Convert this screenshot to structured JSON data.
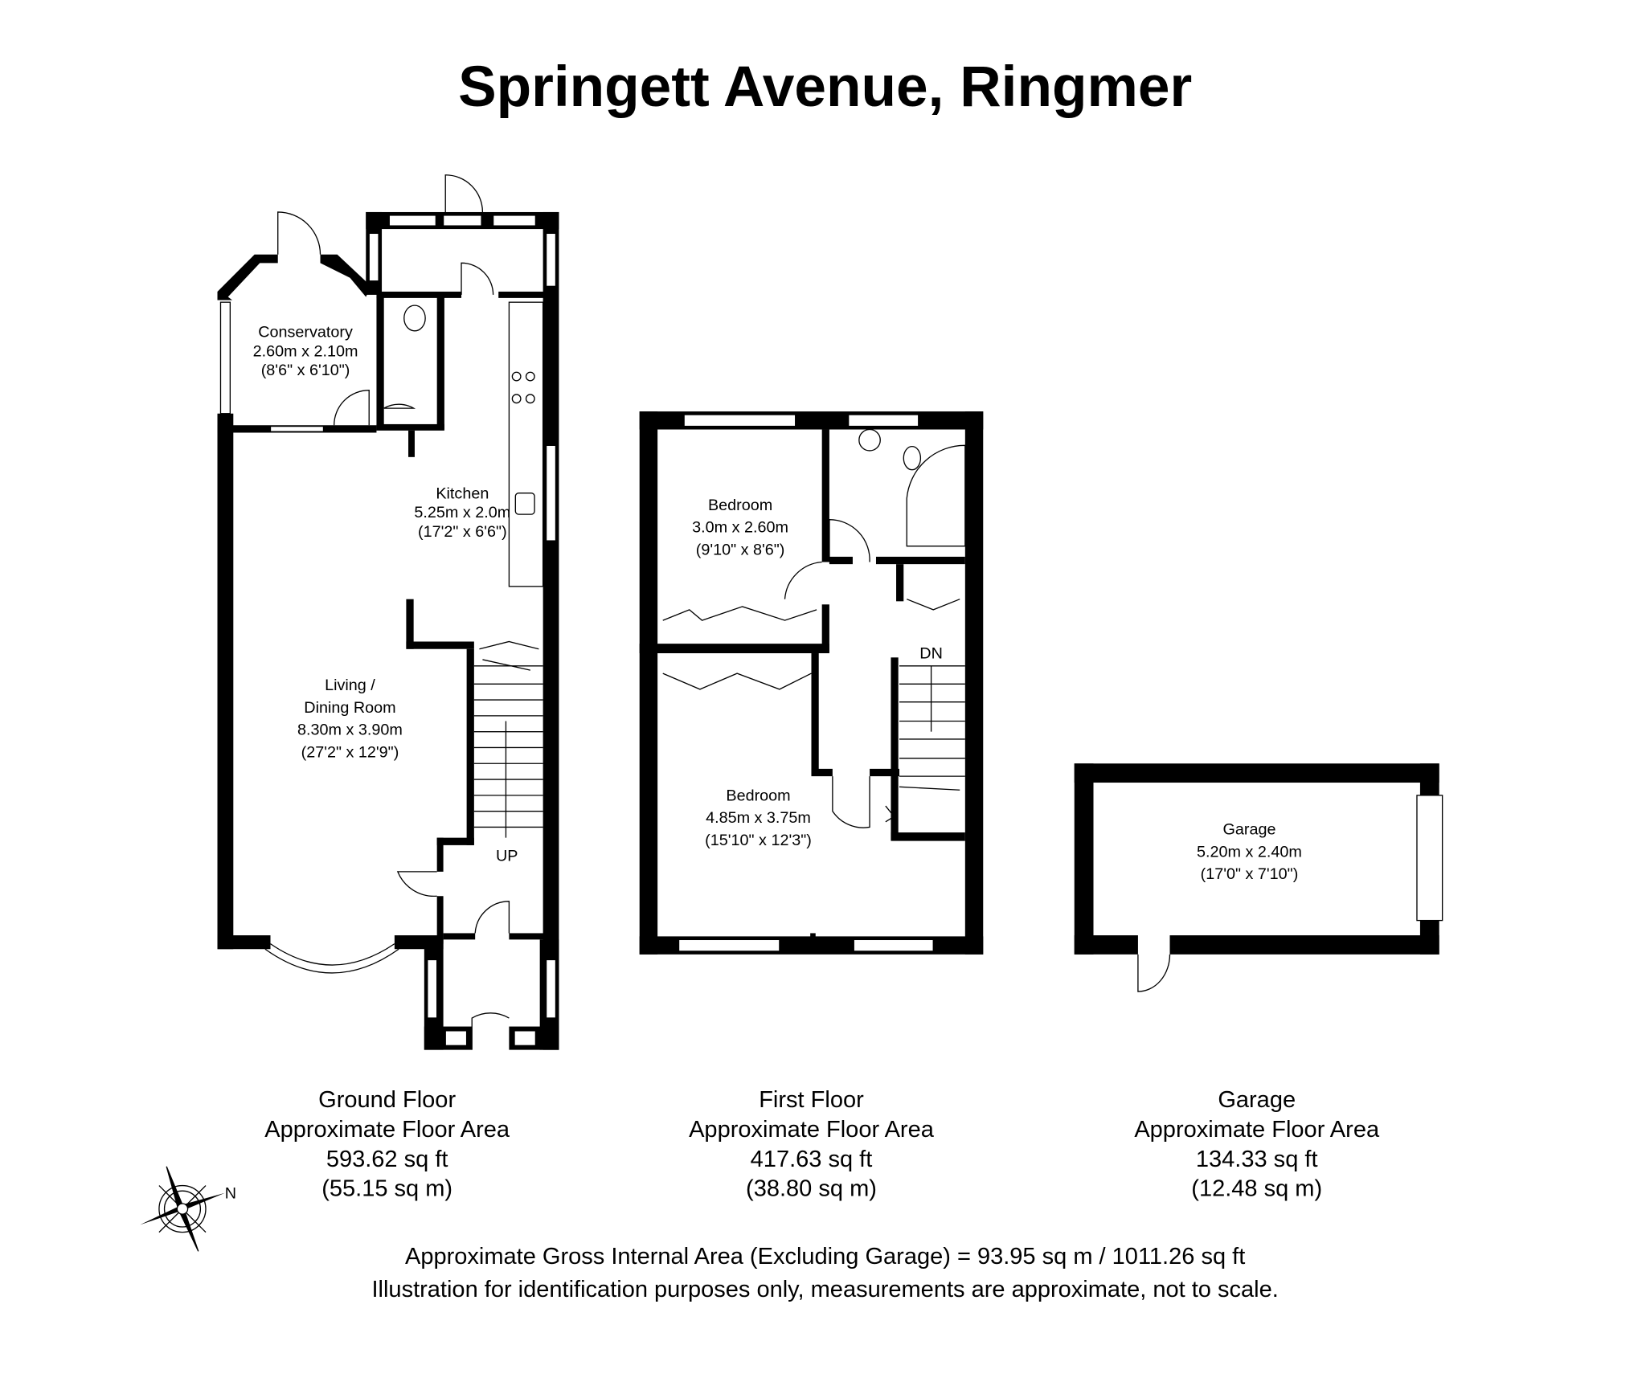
{
  "title": "Springett Avenue, Ringmer",
  "ground_floor": {
    "rooms": [
      {
        "name": "Conservatory",
        "metric": "2.60m x 2.10m",
        "imperial": "(8'6\" x 6'10\")"
      },
      {
        "name": "Kitchen",
        "metric": "5.25m x 2.0m",
        "imperial": "(17'2\" x 6'6\")"
      },
      {
        "name": "Living /",
        "name2": "Dining Room",
        "metric": "8.30m x 3.90m",
        "imperial": "(27'2\" x 12'9\")"
      }
    ],
    "stair_label": "UP",
    "caption": {
      "name": "Ground Floor",
      "label": "Approximate Floor Area",
      "sqft": "593.62 sq ft",
      "sqm": "(55.15 sq m)"
    }
  },
  "first_floor": {
    "rooms": [
      {
        "name": "Bedroom",
        "metric": "3.0m x 2.60m",
        "imperial": "(9'10\" x 8'6\")"
      },
      {
        "name": "Bedroom",
        "metric": "4.85m x 3.75m",
        "imperial": "(15'10\" x 12'3\")"
      }
    ],
    "stair_label": "DN",
    "caption": {
      "name": "First Floor",
      "label": "Approximate Floor Area",
      "sqft": "417.63 sq ft",
      "sqm": "(38.80 sq m)"
    }
  },
  "garage": {
    "room": {
      "name": "Garage",
      "metric": "5.20m x 2.40m",
      "imperial": "(17'0\" x 7'10\")"
    },
    "caption": {
      "name": "Garage",
      "label": "Approximate Floor Area",
      "sqft": "134.33 sq ft",
      "sqm": "(12.48 sq m)"
    }
  },
  "compass": {
    "label": "N"
  },
  "footer": {
    "gross_area": "Approximate Gross Internal Area (Excluding Garage) = 93.95 sq m / 1011.26 sq ft",
    "disclaimer": "Illustration for identification purposes only, measurements are approximate, not to scale."
  }
}
